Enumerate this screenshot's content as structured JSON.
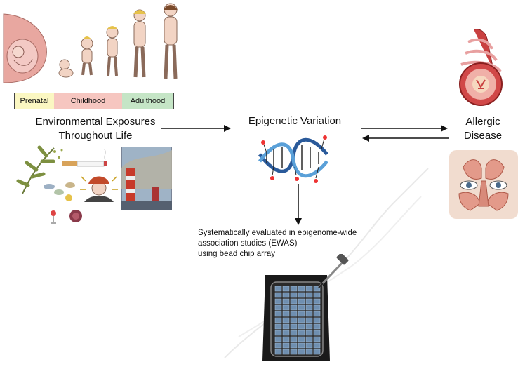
{
  "life_stages": {
    "prenatal": "Prenatal",
    "childhood": "Childhood",
    "adulthood": "Adulthood",
    "colors": {
      "prenatal": "#fbf7c2",
      "childhood": "#f6c6c0",
      "adulthood": "#c5e5c6"
    }
  },
  "exposure": {
    "line1": "Environmental Exposures",
    "line2": "Throughout Life"
  },
  "epigenetic": {
    "label": "Epigenetic Variation"
  },
  "allergic": {
    "line1": "Allergic",
    "line2": "Disease"
  },
  "ewas": {
    "line1": "Systematically evaluated in epigenome-wide",
    "line2": "association studies (EWAS)",
    "line3": "using bead chip array"
  },
  "icons": {
    "figures": "human-development-figures",
    "pollen": "pollen-plant-icon",
    "cigarette": "cigarette-icon",
    "stress": "stressed-person-icon",
    "factory": "factory-smokestack-photo",
    "microbes": "microbe-icons",
    "dna": "dna-helix-icon",
    "airway": "airway-cross-section-icon",
    "sinus": "sinus-face-icon",
    "chip": "bead-chip-array-icon",
    "pipette": "pipette-icon"
  }
}
